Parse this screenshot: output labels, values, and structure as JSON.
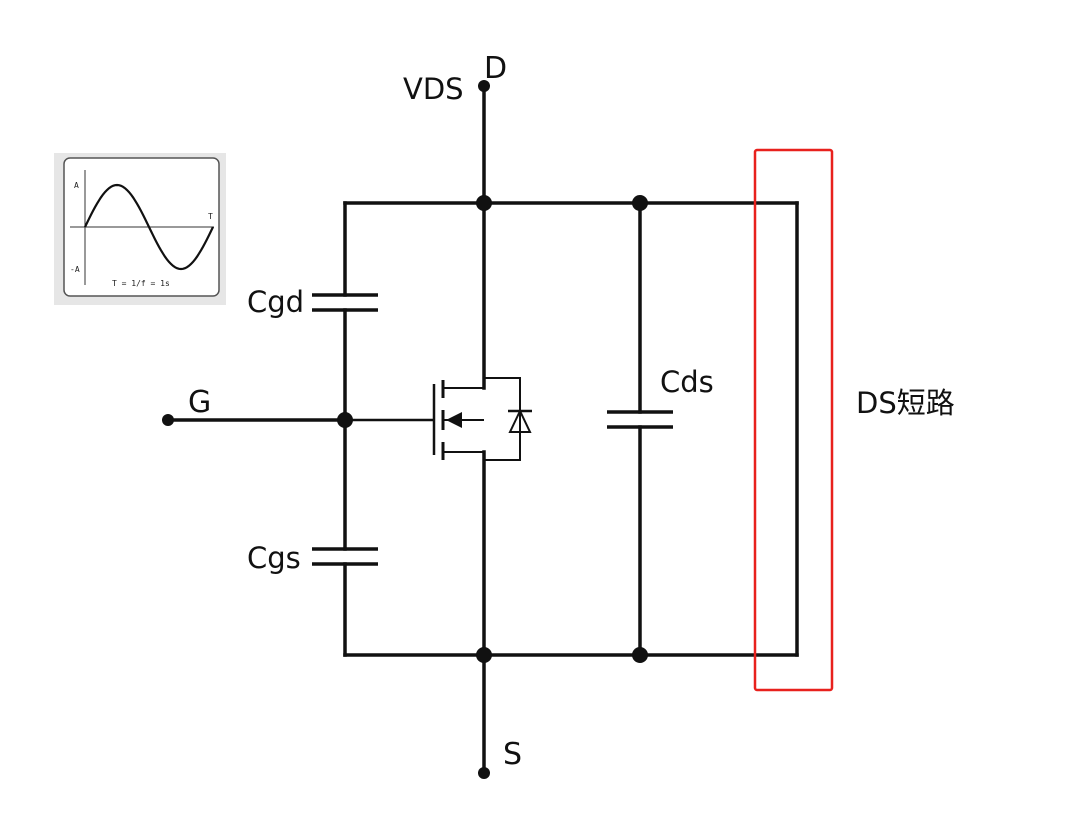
{
  "labels": {
    "drain": "D",
    "vds": "VDS",
    "gate": "G",
    "source": "S",
    "cgd": "Cgd",
    "cgs": "Cgs",
    "cds": "Cds",
    "short_note": "DS短路"
  },
  "waveform_inset": {
    "amp_pos": "A",
    "amp_neg": "-A",
    "period_mark": "T",
    "formula": "T = 1/f = 1s"
  },
  "colors": {
    "wire": "#111111",
    "highlight_box": "#e8211d",
    "inset_background": "#e6e6e6",
    "inset_panel": "#ffffff"
  }
}
